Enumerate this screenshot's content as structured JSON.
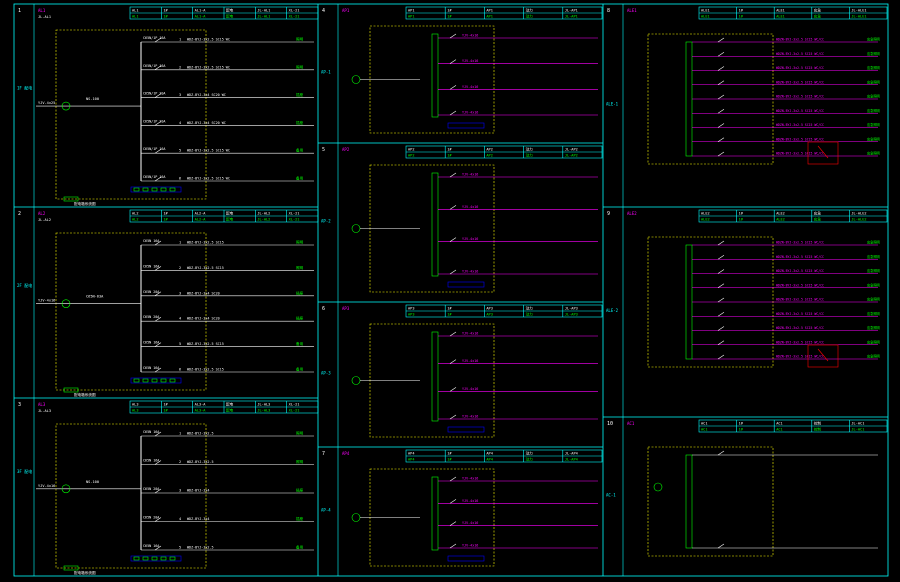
{
  "colors": {
    "background": "#000000",
    "frame": "#00ffff",
    "wire": "#ffffff",
    "component": "#00ff00",
    "boundary": "#ffff00",
    "feeder_text": "#ff00ff",
    "control": "#ff0000",
    "terminal": "#0000ff"
  },
  "panels": [
    {
      "id": "1",
      "header": [
        "AL1",
        "1#",
        "AL1-A",
        "配电",
        "JL-AL1",
        "XL-21"
      ],
      "side_label": "1F 配电",
      "incoming": "YJV-4x25",
      "main_breaker": "NS-100",
      "circuits": [
        {
          "n": "1",
          "breaker": "C65N/1P 16A",
          "cable": "WDZ-BYJ-3x2.5 SC15 WC",
          "load": "照明"
        },
        {
          "n": "2",
          "breaker": "C65N/1P 16A",
          "cable": "WDZ-BYJ-3x2.5 SC15 WC",
          "load": "照明"
        },
        {
          "n": "3",
          "breaker": "C65N/1P 20A",
          "cable": "WDZ-BYJ-3x4 SC20 WC",
          "load": "插座"
        },
        {
          "n": "4",
          "breaker": "C65N/1P 20A",
          "cable": "WDZ-BYJ-3x4 SC20 WC",
          "load": "插座"
        },
        {
          "n": "5",
          "breaker": "C65N/1P 16A",
          "cable": "WDZ-BYJ-3x2.5 SC15 WC",
          "load": "备用"
        },
        {
          "n": "6",
          "breaker": "C65N/1P 16A",
          "cable": "WDZ-BYJ-3x2.5 SC15 WC",
          "load": "备用"
        }
      ],
      "note": "配电箱系统图"
    },
    {
      "id": "2",
      "header": [
        "AL2",
        "1#",
        "AL2-A",
        "配电",
        "JL-AL2",
        "XL-21"
      ],
      "side_label": "2F 配电",
      "incoming": "YJV-4x16",
      "main_breaker": "C65N-63A",
      "circuits": [
        {
          "n": "1",
          "breaker": "C65N 16A",
          "cable": "WDZ-BYJ-3x2.5 SC15",
          "load": "照明"
        },
        {
          "n": "2",
          "breaker": "C65N 16A",
          "cable": "WDZ-BYJ-3x2.5 SC15",
          "load": "照明"
        },
        {
          "n": "3",
          "breaker": "C65N 20A",
          "cable": "WDZ-BYJ-3x4 SC20",
          "load": "插座"
        },
        {
          "n": "4",
          "breaker": "C65N 20A",
          "cable": "WDZ-BYJ-3x4 SC20",
          "load": "插座"
        },
        {
          "n": "5",
          "breaker": "C65N 16A",
          "cable": "WDZ-BYJ-3x2.5 SC15",
          "load": "备用"
        },
        {
          "n": "6",
          "breaker": "C65N 16A",
          "cable": "WDZ-BYJ-3x2.5 SC15",
          "load": "备用"
        }
      ],
      "note": "配电箱系统图"
    },
    {
      "id": "3",
      "header": [
        "AL3",
        "1#",
        "AL3-A",
        "配电",
        "JL-AL3",
        "XL-21"
      ],
      "side_label": "3F 配电",
      "incoming": "YJV-4x16",
      "main_breaker": "NS-100",
      "circuits": [
        {
          "n": "1",
          "breaker": "C65N 16A",
          "cable": "WDZ-BYJ-3x2.5",
          "load": "照明"
        },
        {
          "n": "2",
          "breaker": "C65N 16A",
          "cable": "WDZ-BYJ-3x2.5",
          "load": "照明"
        },
        {
          "n": "3",
          "breaker": "C65N 20A",
          "cable": "WDZ-BYJ-3x4",
          "load": "插座"
        },
        {
          "n": "4",
          "breaker": "C65N 20A",
          "cable": "WDZ-BYJ-3x4",
          "load": "插座"
        },
        {
          "n": "5",
          "breaker": "C65N 16A",
          "cable": "WDZ-BYJ-3x2.5",
          "load": "备用"
        }
      ],
      "note": "配电箱系统图"
    }
  ],
  "center_panels": [
    {
      "id": "4",
      "side_label": "AP-1",
      "header": [
        "AP1",
        "1#",
        "AP1",
        "动力",
        "JL-AP1"
      ]
    },
    {
      "id": "5",
      "side_label": "AP-2",
      "header": [
        "AP2",
        "1#",
        "AP2",
        "动力",
        "JL-AP2"
      ]
    },
    {
      "id": "6",
      "side_label": "AP-3",
      "header": [
        "AP3",
        "1#",
        "AP3",
        "动力",
        "JL-AP3"
      ]
    },
    {
      "id": "7",
      "side_label": "AP-4",
      "header": [
        "AP4",
        "1#",
        "AP4",
        "动力",
        "JL-AP4"
      ]
    }
  ],
  "right_panels": [
    {
      "id": "8",
      "side_label": "ALE-1",
      "header": [
        "ALE1",
        "1#",
        "ALE1",
        "应急",
        "JL-ALE1"
      ],
      "feeders": 9
    },
    {
      "id": "9",
      "side_label": "ALE-2",
      "header": [
        "ALE2",
        "1#",
        "ALE2",
        "应急",
        "JL-ALE2"
      ],
      "feeders": 9
    },
    {
      "id": "10",
      "side_label": "AC-1",
      "header": [
        "AC1",
        "1#",
        "AC1",
        "控制",
        "JL-AC1"
      ],
      "feeders": 2
    }
  ],
  "right_feeder_text": "WDZN-BYJ-3x2.5 SC15 WC/CC",
  "right_load_text": "应急照明"
}
